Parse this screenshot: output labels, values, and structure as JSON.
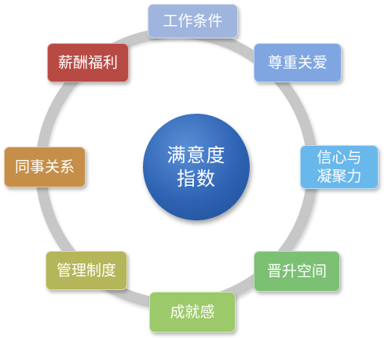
{
  "center": {
    "line1": "满意度",
    "line2": "指数",
    "color": "#2e63b3"
  },
  "nodes": [
    {
      "id": "work-conditions",
      "label": "工作条件",
      "color": "#9fb5dd"
    },
    {
      "id": "respect-care",
      "label": "尊重关爱",
      "color": "#7fa6e0"
    },
    {
      "id": "confidence-cohesion",
      "label": "信心与凝聚力",
      "color": "#69b8ec"
    },
    {
      "id": "promotion-space",
      "label": "晋升空间",
      "color": "#7cc074"
    },
    {
      "id": "achievement",
      "label": "成就感",
      "color": "#9cc96a"
    },
    {
      "id": "management-system",
      "label": "管理制度",
      "color": "#b5b55a"
    },
    {
      "id": "colleague-relations",
      "label": "同事关系",
      "color": "#c58f4a"
    },
    {
      "id": "salary-welfare",
      "label": "薪酬福利",
      "color": "#b84a44"
    }
  ],
  "ring_color": "#c7c7c7"
}
